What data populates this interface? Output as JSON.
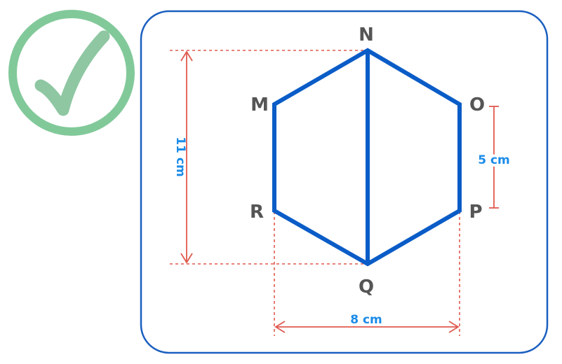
{
  "vertices": {
    "n": "N",
    "m": "M",
    "o": "O",
    "r": "R",
    "p": "P",
    "q": "Q"
  },
  "dimensions": {
    "height": "11 cm",
    "side": "5 cm",
    "width": "8 cm"
  },
  "icons": {
    "status": "checkmark-icon"
  },
  "colors": {
    "shape": "#0a5cc7",
    "dimension_line": "#e05a4f",
    "dimension_text": "#1a8be8",
    "vertex_text": "#555555",
    "panel_border": "#1a5fbf",
    "check": "#82c99a"
  }
}
